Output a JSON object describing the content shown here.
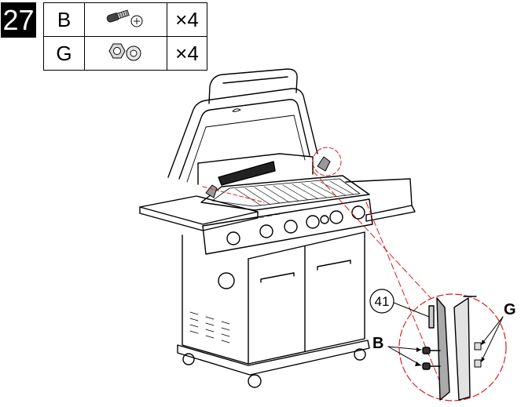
{
  "step": {
    "number": "27"
  },
  "parts": [
    {
      "letter": "B",
      "quantity": "×4",
      "icon": "screw-and-washer"
    },
    {
      "letter": "G",
      "quantity": "×4",
      "icon": "nut-and-washer"
    }
  ],
  "callouts": {
    "part_number": "41",
    "screw_label": "B",
    "nut_label": "G"
  },
  "colors": {
    "detail_line": "#d62020",
    "ink": "#000000"
  }
}
